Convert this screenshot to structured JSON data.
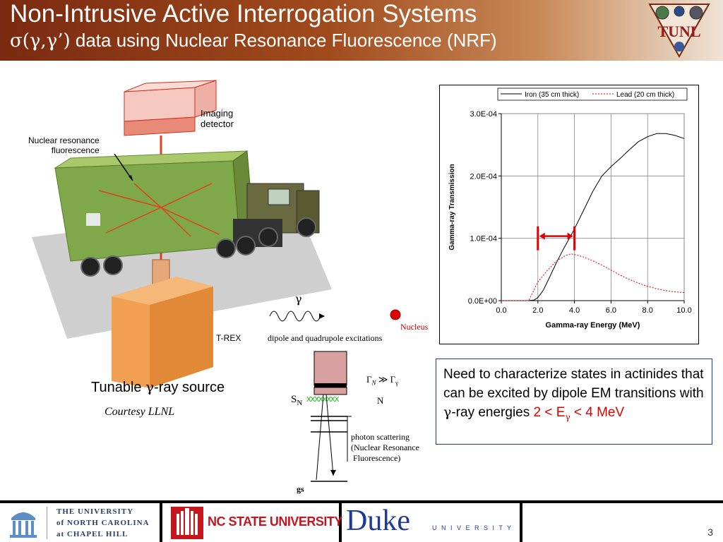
{
  "slide": {
    "title_line1": "Non-Intrusive Active Interrogation Systems",
    "title_line2_symbol": "σ(γ,γ’)",
    "title_line2_text": " data using Nuclear Resonance Fluorescence (NRF)",
    "logo_text": "TUNL",
    "page_number": "3"
  },
  "figure": {
    "imaging_detector": "Imaging\ndetector",
    "nrf_label": "Nuclear resonance\nfluorescence",
    "trex_label": "T-REX",
    "tunable_prefix": "Tunable ",
    "tunable_symbol": "γ",
    "tunable_suffix": "-ray source",
    "courtesy": "Courtesy LLNL"
  },
  "schematic": {
    "gamma": "γ",
    "nucleus": "Nucleus",
    "excitations": "dipole and quadrupole excitations",
    "gamma_relation": "Γ",
    "gamma_relation_n_sub": "N",
    "gamma_relation_mid": " ≫ Γ",
    "gamma_relation_g_sub": "γ",
    "sn_label": "S",
    "sn_sub": "N",
    "x_marks": "XXXXXXXX",
    "n_label": "N",
    "photon_scattering": "photon scattering\n(Nuclear Resonance\n Fluorescence)",
    "gs_label": "gs"
  },
  "note": {
    "text_main": "Need to characterize states in actinides that can be excited by dipole EM transitions with ",
    "text_gamma": "γ",
    "text_after": "-ray energies  ",
    "range_prefix": "2 < E",
    "range_sub": "γ",
    "range_suffix": " < 4 MeV",
    "highlight_color": "#e00000"
  },
  "footer": {
    "unc_line1": "THE UNIVERSITY",
    "unc_line2": "of NORTH CAROLINA",
    "unc_line3": "at CHAPEL HILL",
    "ncsu": "NC STATE UNIVERSITY",
    "duke": "Duke",
    "duke_university": "U N I V E R S I T Y"
  },
  "chart_data": {
    "type": "line",
    "title": "",
    "xlabel": "Gamma-ray Energy (MeV)",
    "ylabel": "Gamma-ray Transmission",
    "xlim": [
      0,
      10
    ],
    "ylim": [
      0,
      0.0003
    ],
    "x_ticks": [
      "0.0",
      "2.0",
      "4.0",
      "6.0",
      "8.0",
      "10.0"
    ],
    "y_ticks": [
      "0.0E+00",
      "1.0E-04",
      "2.0E-04",
      "3.0E-04"
    ],
    "grid": true,
    "legend_position": "top",
    "series": [
      {
        "name": "Iron (35 cm thick)",
        "style": "solid",
        "color": "#000000",
        "x": [
          0,
          1.5,
          1.8,
          2.0,
          2.3,
          2.6,
          3.0,
          3.4,
          3.8,
          4.0,
          4.5,
          5.0,
          5.5,
          6.0,
          6.5,
          7.0,
          7.5,
          8.0,
          8.5,
          9.0,
          9.5,
          10.0
        ],
        "y": [
          0,
          0,
          1e-06,
          5e-06,
          1.7e-05,
          3.5e-05,
          6e-05,
          8.3e-05,
          0.000104,
          0.000115,
          0.000145,
          0.000175,
          0.0002,
          0.000215,
          0.000228,
          0.000242,
          0.000255,
          0.000263,
          0.000268,
          0.000268,
          0.000265,
          0.00026
        ]
      },
      {
        "name": "Lead (20 cm thick)",
        "style": "dotted",
        "color": "#e00000",
        "x": [
          0,
          1.5,
          2.0,
          2.5,
          3.0,
          3.5,
          3.8,
          4.0,
          4.5,
          5.0,
          5.5,
          6.0,
          6.5,
          7.0,
          7.5,
          8.0,
          8.5,
          9.0,
          9.5,
          10.0
        ],
        "y": [
          0,
          0,
          3e-05,
          4.8e-05,
          6.3e-05,
          7.2e-05,
          7.5e-05,
          7.4e-05,
          7e-05,
          6.4e-05,
          5.7e-05,
          4.9e-05,
          4.1e-05,
          3.4e-05,
          2.8e-05,
          2.3e-05,
          1.9e-05,
          1.6e-05,
          1.4e-05,
          1.3e-05
        ]
      }
    ],
    "annotations": [
      {
        "type": "double-arrow",
        "x_from": 2.0,
        "x_to": 4.0,
        "y": 0.0001,
        "color": "#e00000"
      }
    ]
  }
}
